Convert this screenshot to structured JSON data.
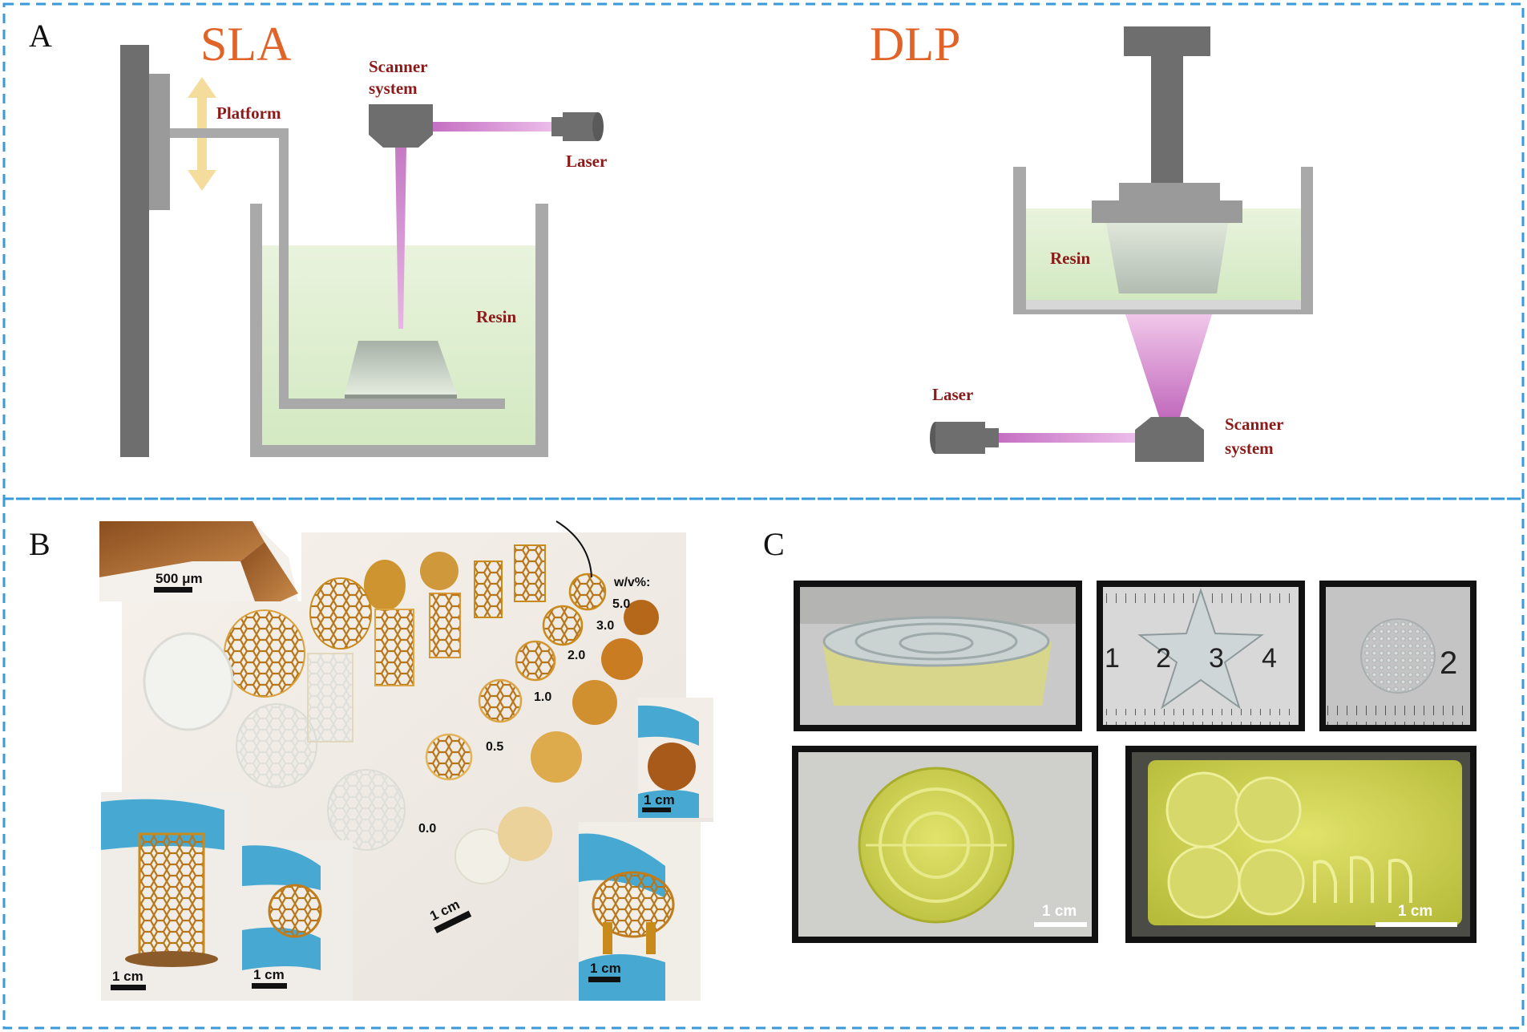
{
  "panels": {
    "a": {
      "letter": "A",
      "sla": {
        "title": "SLA",
        "platform": "Platform",
        "scanner_line1": "Scanner",
        "scanner_line2": "system",
        "laser": "Laser",
        "resin": "Resin"
      },
      "dlp": {
        "title": "DLP",
        "resin": "Resin",
        "laser": "Laser",
        "scanner_line1": "Scanner",
        "scanner_line2": "system"
      }
    },
    "b": {
      "letter": "B",
      "scale_micro": "500 μm",
      "legend_header": "w/v%:",
      "concentrations": [
        "5.0",
        "3.0",
        "2.0",
        "1.0",
        "0.5",
        "0.0"
      ],
      "scale_main": "1 cm",
      "scale_inset": "1 cm"
    },
    "c": {
      "letter": "C",
      "scale_bar": "1 cm",
      "ruler_digits": [
        "1",
        "2",
        "3",
        "4"
      ],
      "ruler_digits_small": [
        "2"
      ]
    }
  },
  "colors": {
    "border_dash": "#3a9ad9",
    "title": "#e0642a",
    "label": "#8b1a1a",
    "gray_dark": "#6e6e6e",
    "gray_mid": "#8c8c8c",
    "gray_light": "#a9a9a9",
    "resin": "#dcedcc",
    "laser_beam": "#d98ccf",
    "arrow": "#f3dc9c",
    "amber": "#c98a1c",
    "gel_yellow": "#c9cc4e"
  }
}
